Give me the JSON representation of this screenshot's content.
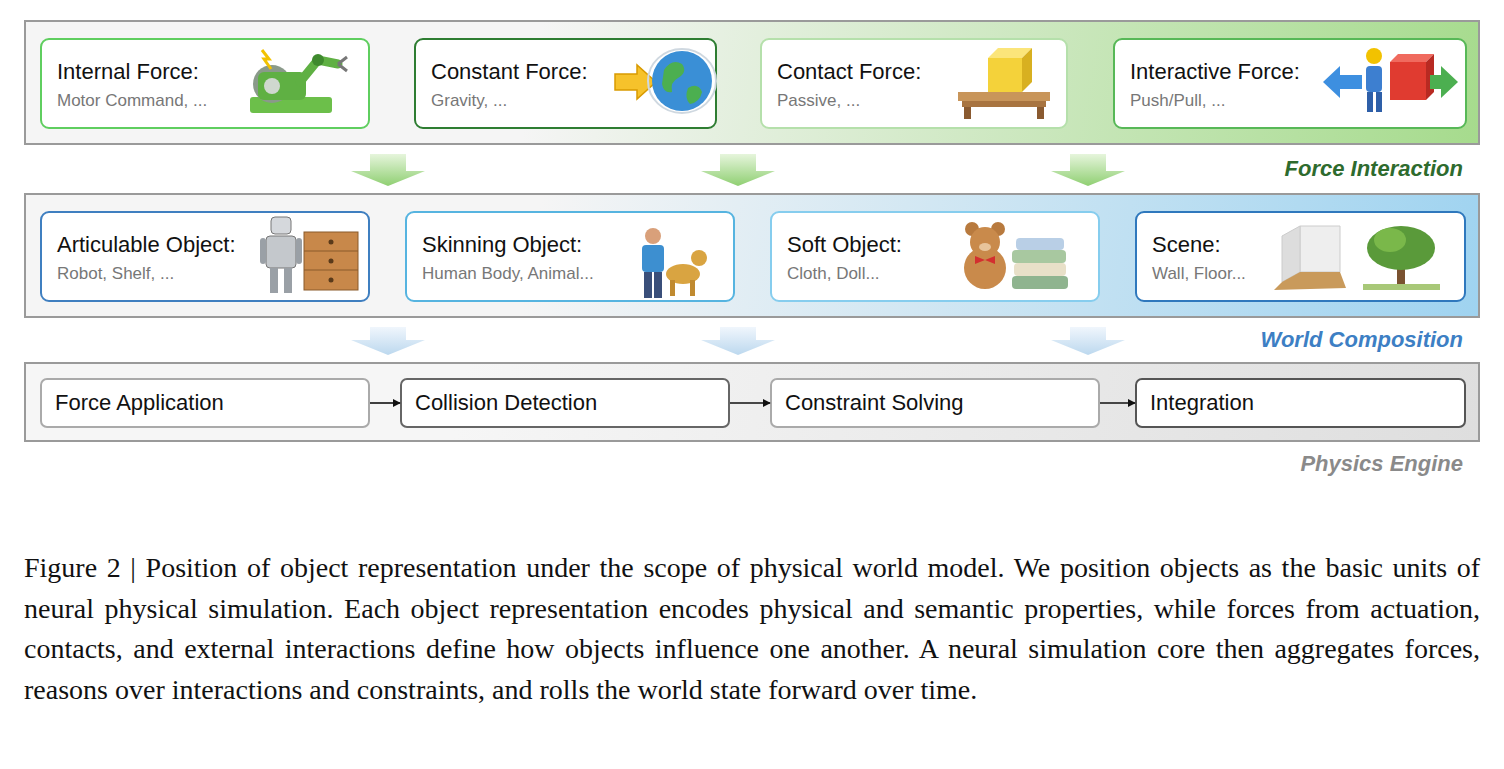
{
  "diagram": {
    "caption": "Figure 2 | Position of object representation under the scope of physical world model. We position objects as the basic units of neural physical simulation. Each object representation encodes physical and semantic properties, while forces from actuation, contacts, and external interactions define how objects influence one another. A neural simulation core then aggregates forces, reasons over interactions and constraints, and rolls the world state forward over time.",
    "nodes": [
      {
        "text": [
          "Force Interaction"
        ]
      },
      {
        "text": [
          "Internal Force:",
          "Motor Command, ..."
        ],
        "in": 0
      },
      {
        "text": [
          "Constant Force:",
          "Gravity, ..."
        ],
        "in": 0
      },
      {
        "text": [
          "Contact Force:",
          "Passive, ..."
        ],
        "in": 0
      },
      {
        "text": [
          "Interactive Force:",
          "Push/Pull, ..."
        ],
        "in": 0
      },
      {
        "text": [
          "World Composition"
        ]
      },
      {
        "text": [
          "Articulable Object:",
          "Robot, Shelf, ..."
        ],
        "in": 5
      },
      {
        "text": [
          "Skinning Object:",
          "Human Body, Animal..."
        ],
        "in": 5
      },
      {
        "text": [
          "Soft Object:",
          "Cloth, Doll..."
        ],
        "in": 5
      },
      {
        "text": [
          "Scene:",
          "Wall, Floor..."
        ],
        "in": 5
      },
      {
        "text": [
          "Physics Engine"
        ]
      },
      {
        "text": [
          "Force Application"
        ],
        "in": 10
      },
      {
        "text": [
          "Collision Detection"
        ],
        "in": 10
      },
      {
        "text": [
          "Constraint Solving"
        ],
        "in": 10
      },
      {
        "text": [
          "Integration"
        ],
        "in": 10
      }
    ],
    "edges": [
      {
        "from": 0,
        "to": 5,
        "arrow": "to"
      },
      {
        "from": 0,
        "to": 5,
        "arrow": "to"
      },
      {
        "from": 0,
        "to": 5,
        "arrow": "to"
      },
      {
        "from": 5,
        "to": 10,
        "arrow": "to"
      },
      {
        "from": 5,
        "to": 10,
        "arrow": "to"
      },
      {
        "from": 5,
        "to": 10,
        "arrow": "to"
      },
      {
        "from": 11,
        "to": 12,
        "arrow": "to"
      },
      {
        "from": 12,
        "to": 13,
        "arrow": "to"
      },
      {
        "from": 13,
        "to": 14,
        "arrow": "to"
      }
    ]
  }
}
